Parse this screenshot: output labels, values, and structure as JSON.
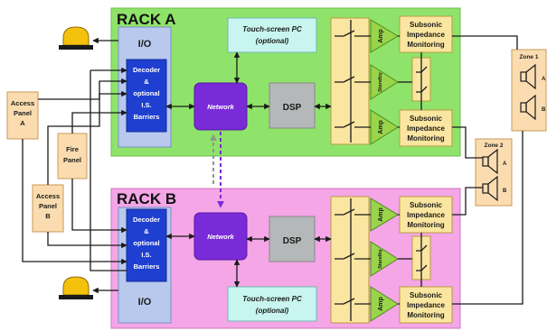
{
  "rack_a": {
    "title": "RACK A",
    "io": "I/O",
    "decoder": [
      "Decoder",
      "&",
      "optional",
      "I.S.",
      "Barriers"
    ],
    "touchscreen": [
      "Touch-screen PC",
      "(optional)"
    ],
    "network": "Network",
    "dsp": "DSP",
    "amp_top": "Amp",
    "amp_standby": "Standby",
    "amp_bottom": "Amp",
    "monitor_top": [
      "Subsonic",
      "Impedance",
      "Monitoring"
    ],
    "monitor_bottom": [
      "Subsonic",
      "Impedance",
      "Monitoring"
    ]
  },
  "rack_b": {
    "title": "RACK B",
    "io": "I/O",
    "decoder": [
      "Decoder",
      "&",
      "optional",
      "I.S.",
      "Barriers"
    ],
    "touchscreen": [
      "Touch-screen PC",
      "(optional)"
    ],
    "network": "Network",
    "dsp": "DSP",
    "amp_top": "Amp",
    "amp_standby": "Standby",
    "amp_bottom": "Amp",
    "monitor_top": [
      "Subsonic",
      "Impedance",
      "Monitoring"
    ],
    "monitor_bottom": [
      "Subsonic",
      "Impedance",
      "Monitoring"
    ]
  },
  "access_panel_a": [
    "Access",
    "Panel",
    "A"
  ],
  "access_panel_b": [
    "Access",
    "Panel",
    "B"
  ],
  "fire_panel": [
    "Fire",
    "Panel"
  ],
  "zone1": {
    "title": "Zone 1",
    "speaker_a": "A",
    "speaker_b": "B"
  },
  "zone2": {
    "title": "Zone 2",
    "speaker_a": "A",
    "speaker_b": "B"
  },
  "colors": {
    "rack_a_bg": "#8fe36a",
    "rack_b_bg": "#f4a6e6",
    "io_panel": "#b9c9ee",
    "decoder": "#1f3fd0",
    "network": "#7a2bd8",
    "dsp": "#b5b8b8",
    "touchscreen": "#c8f5f0",
    "switch_bank": "#fae6a0",
    "amp": "#9ad44a",
    "monitor": "#fae6a0",
    "panel": "#fadcb0",
    "beacon": "#f4c20d"
  }
}
